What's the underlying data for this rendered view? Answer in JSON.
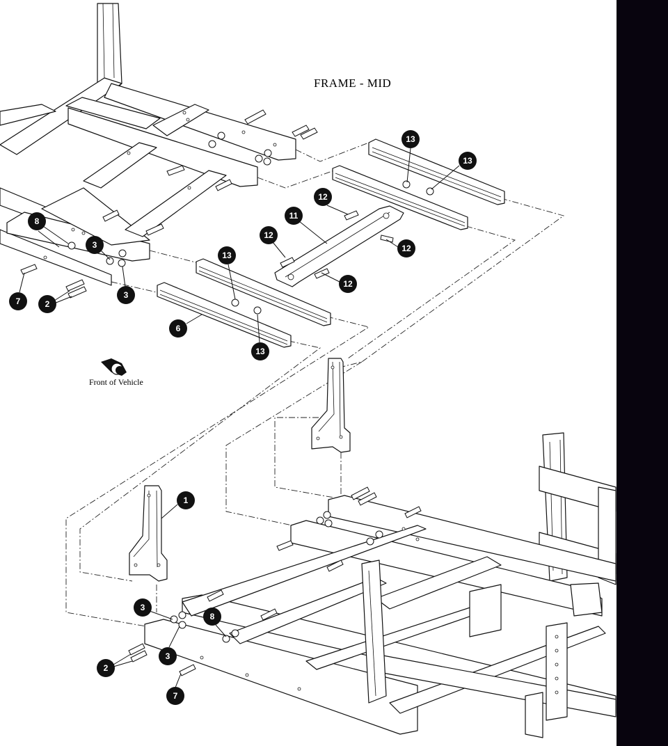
{
  "title": "FRAME - MID",
  "front_label": "Front of Vehicle",
  "colors": {
    "ink": "#111111",
    "paper": "#ffffff",
    "side_bar": "#08040e"
  },
  "callouts": [
    {
      "id": "c13a",
      "label": "13"
    },
    {
      "id": "c13b",
      "label": "13"
    },
    {
      "id": "c12a",
      "label": "12"
    },
    {
      "id": "c11",
      "label": "11"
    },
    {
      "id": "c12b",
      "label": "12"
    },
    {
      "id": "c12c",
      "label": "12"
    },
    {
      "id": "c12d",
      "label": "12"
    },
    {
      "id": "c8a",
      "label": "8"
    },
    {
      "id": "c3a",
      "label": "3"
    },
    {
      "id": "c3b",
      "label": "3"
    },
    {
      "id": "c13c",
      "label": "13"
    },
    {
      "id": "c6",
      "label": "6"
    },
    {
      "id": "c13d",
      "label": "13"
    },
    {
      "id": "c7a",
      "label": "7"
    },
    {
      "id": "c2a",
      "label": "2"
    },
    {
      "id": "c1",
      "label": "1"
    },
    {
      "id": "c3c",
      "label": "3"
    },
    {
      "id": "c8b",
      "label": "8"
    },
    {
      "id": "c3d",
      "label": "3"
    },
    {
      "id": "c2b",
      "label": "2"
    },
    {
      "id": "c7b",
      "label": "7"
    }
  ]
}
